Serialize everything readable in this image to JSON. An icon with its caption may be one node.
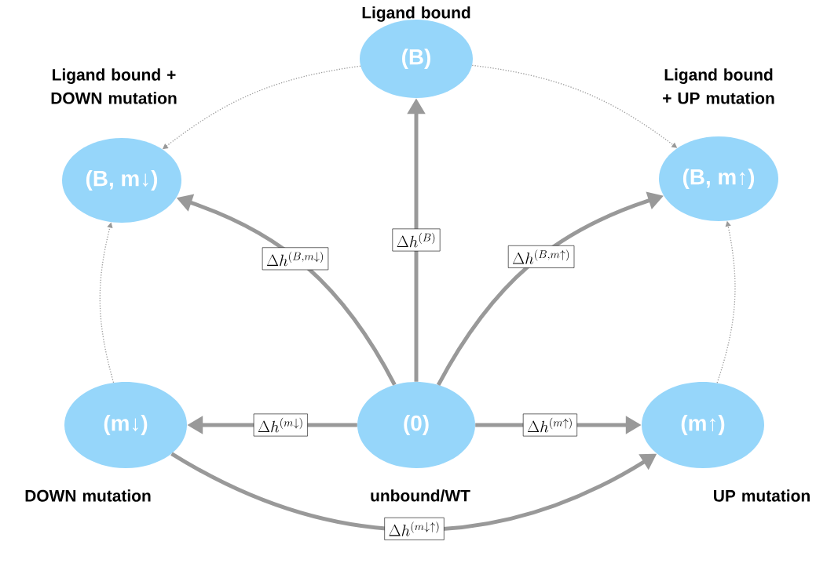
{
  "diagram": {
    "nodes": [
      {
        "text": [
          "Ligand bound",
          "(B)"
        ]
      },
      {
        "text": [
          "Ligand bound + DOWN mutation",
          "(B, m↓)"
        ]
      },
      {
        "text": [
          "Ligand bound + UP mutation",
          "(B, m↑)"
        ]
      },
      {
        "text": [
          "(m↓)",
          "DOWN mutation"
        ]
      },
      {
        "text": [
          "(0)",
          "unbound/WT"
        ]
      },
      {
        "text": [
          "(m↑)",
          "UP mutation"
        ]
      }
    ],
    "edges": [
      {
        "from": 4,
        "to": 0,
        "arrow": "to",
        "label": "\\Delta h^{(B)}"
      },
      {
        "from": 4,
        "to": 1,
        "arrow": "to",
        "label": "\\Delta h^{(B,m\\downarrow)}"
      },
      {
        "from": 4,
        "to": 2,
        "arrow": "to",
        "label": "\\Delta h^{(B,m\\uparrow)}"
      },
      {
        "from": 4,
        "to": 3,
        "arrow": "to",
        "label": "\\Delta h^{(m\\downarrow)}"
      },
      {
        "from": 4,
        "to": 5,
        "arrow": "to",
        "label": "\\Delta h^{(m\\uparrow)}"
      },
      {
        "from": 3,
        "to": 5,
        "arrow": "to",
        "label": "\\Delta h^{(m\\downarrow\\uparrow)}"
      },
      {
        "from": 0,
        "to": 1,
        "arrow": "to",
        "style": "dashed"
      },
      {
        "from": 0,
        "to": 2,
        "arrow": "to",
        "style": "dashed"
      },
      {
        "from": 3,
        "to": 1,
        "arrow": "to",
        "style": "dashed"
      },
      {
        "from": 5,
        "to": 2,
        "arrow": "to",
        "style": "dashed"
      }
    ]
  }
}
